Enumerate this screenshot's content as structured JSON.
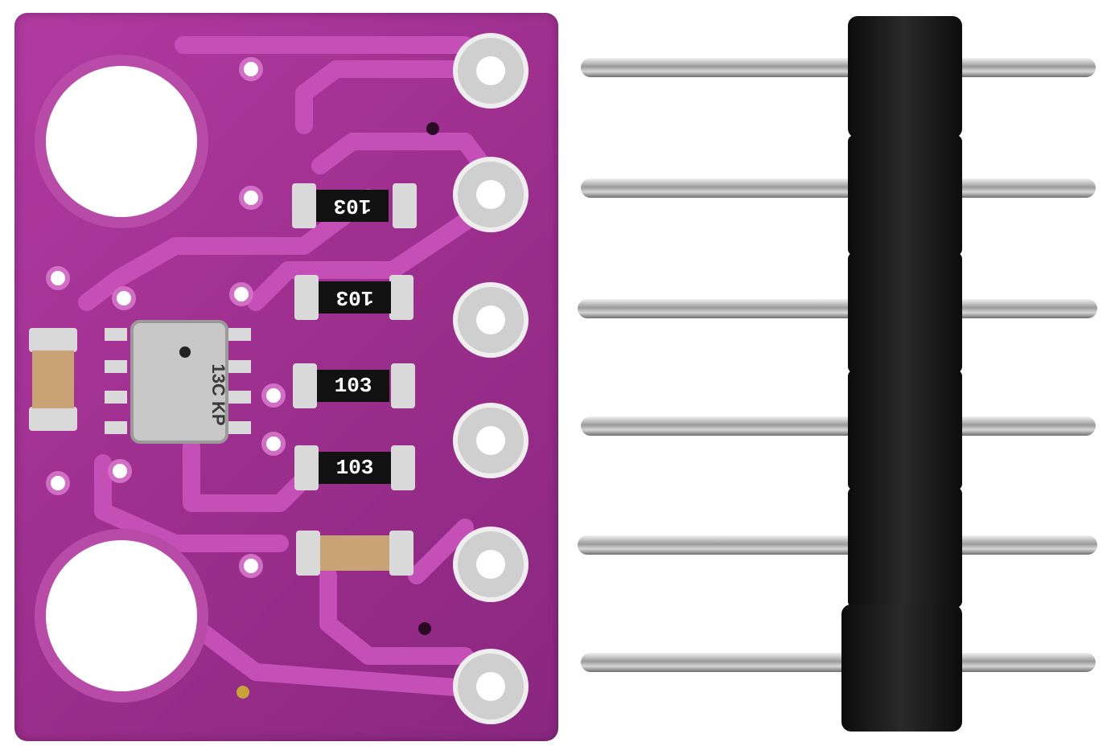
{
  "image": {
    "subject": "breakout-board-with-pin-header"
  },
  "components": {
    "resistors": [
      {
        "marking": "103",
        "orientation": "flipped"
      },
      {
        "marking": "103",
        "orientation": "flipped"
      },
      {
        "marking": "103",
        "orientation": "upright"
      },
      {
        "marking": "103",
        "orientation": "upright"
      }
    ],
    "sensor_marking": "13C KP"
  },
  "colors": {
    "pcb": "#a33396",
    "trace": "#c04ab2",
    "pad_silver": "#d8d8d8",
    "header_plastic": "#1a1a1a",
    "pin_metal": "#c9c9c9"
  },
  "header": {
    "pin_count": 6
  }
}
